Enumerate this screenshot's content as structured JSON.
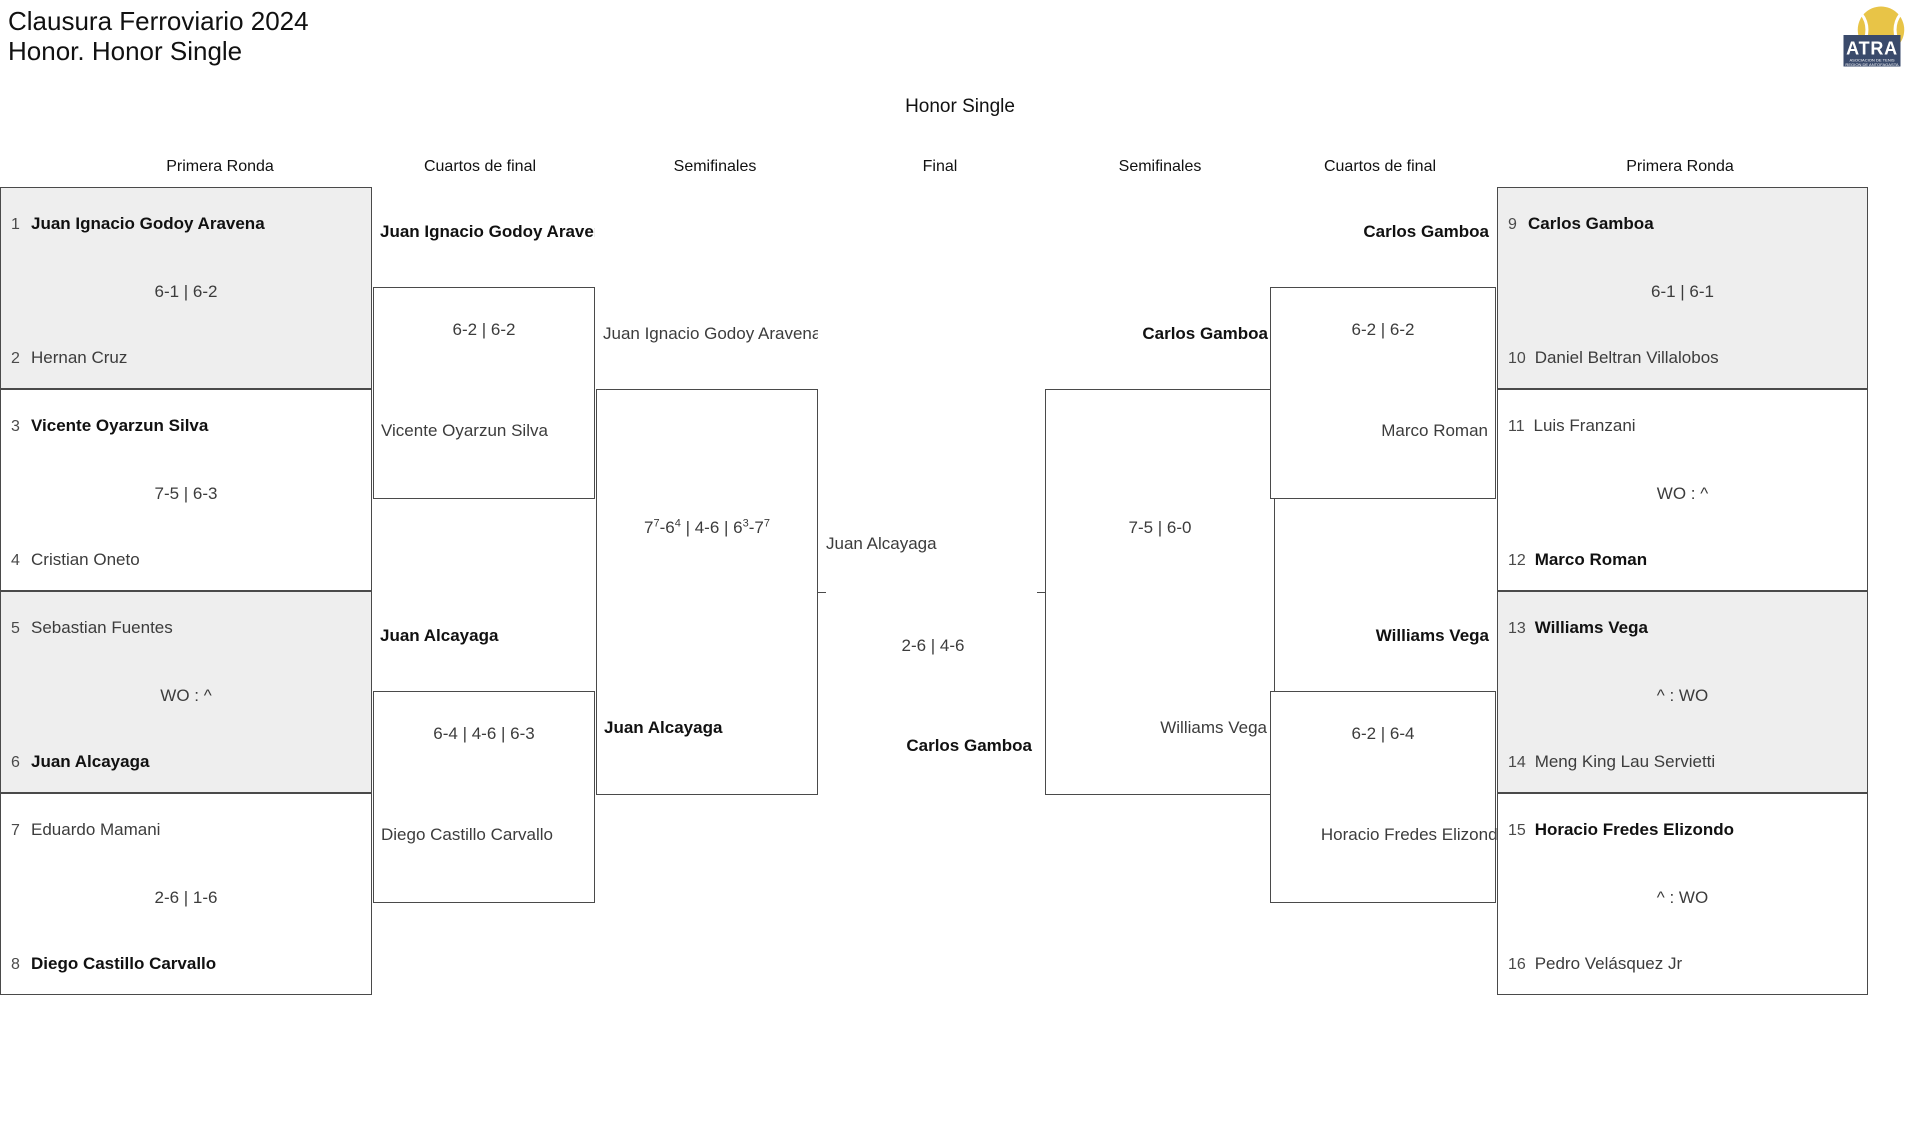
{
  "header": {
    "title_line1": "Clausura Ferroviario 2024",
    "title_line2": "Honor. Honor Single",
    "bracket_title": "Honor Single",
    "logo_name": "atra-logo",
    "logo_text_main": "ATRA",
    "logo_text_sub1": "ASOCIACION DE TENIS",
    "logo_text_sub2": "REGION DE ANTOFAGASTA",
    "logo_color_navy": "#3a4a6b",
    "logo_color_ball": "#e8c447"
  },
  "rounds": {
    "left": [
      "Primera Ronda",
      "Cuartos de final",
      "Semifinales"
    ],
    "center": "Final",
    "right": [
      "Semifinales",
      "Cuartos de final",
      "Primera Ronda"
    ]
  },
  "bracket_data": {
    "type": "tournament-bracket",
    "size": 16,
    "left_r1": [
      {
        "seed_a": "1",
        "player_a": "Juan Ignacio Godoy Aravena",
        "winner_a": true,
        "seed_b": "2",
        "player_b": "Hernan Cruz",
        "winner_b": false,
        "score": "6-1 | 6-2"
      },
      {
        "seed_a": "3",
        "player_a": "Vicente Oyarzun Silva",
        "winner_a": true,
        "seed_b": "4",
        "player_b": "Cristian Oneto",
        "winner_b": false,
        "score": "7-5 | 6-3"
      },
      {
        "seed_a": "5",
        "player_a": "Sebastian Fuentes",
        "winner_a": false,
        "seed_b": "6",
        "player_b": "Juan Alcayaga",
        "winner_b": true,
        "score": "WO : ^"
      },
      {
        "seed_a": "7",
        "player_a": "Eduardo Mamani",
        "winner_a": false,
        "seed_b": "8",
        "player_b": "Diego Castillo Carvallo",
        "winner_b": true,
        "score": "2-6 | 1-6"
      }
    ],
    "left_qf": [
      {
        "player_a": "Juan Ignacio Godoy Aravena",
        "winner_a": true,
        "player_b": "Vicente Oyarzun Silva",
        "winner_b": false,
        "score": "6-2 | 6-2"
      },
      {
        "player_a": "Juan Alcayaga",
        "winner_a": true,
        "player_b": "Diego Castillo Carvallo",
        "winner_b": false,
        "score": "6-4 | 4-6 | 6-3"
      }
    ],
    "left_sf": [
      {
        "player_a": "Juan Ignacio Godoy Aravena",
        "winner_a": false,
        "player_b": "Juan Alcayaga",
        "winner_b": true,
        "score_html": "7<sup>7</sup>-6<sup>4</sup> | 4-6 | 6<sup>3</sup>-7<sup>7</sup>",
        "score_text": "7(7)-6(4) | 4-6 | 6(3)-7(7)"
      }
    ],
    "final": {
      "player_a": "Juan Alcayaga",
      "winner_a": false,
      "player_b": "Carlos Gamboa",
      "winner_b": true,
      "score": "2-6 | 4-6",
      "champion": "Carlos Gamboa"
    },
    "right_sf": [
      {
        "player_a": "Carlos Gamboa",
        "winner_a": true,
        "player_b": "Williams Vega",
        "winner_b": false,
        "score": "7-5 | 6-0"
      }
    ],
    "right_qf": [
      {
        "player_a": "Carlos Gamboa",
        "winner_a": true,
        "player_b": "Marco Roman",
        "winner_b": false,
        "score": "6-2 | 6-2"
      },
      {
        "player_a": "Williams Vega",
        "winner_a": true,
        "player_b": "Horacio Fredes Elizondo",
        "winner_b": false,
        "score": "6-2 | 6-4"
      }
    ],
    "right_r1": [
      {
        "seed_a": "9",
        "player_a": "Carlos Gamboa",
        "winner_a": true,
        "seed_b": "10",
        "player_b": "Daniel Beltran Villalobos",
        "winner_b": false,
        "score": "6-1 | 6-1"
      },
      {
        "seed_a": "11",
        "player_a": "Luis Franzani",
        "winner_a": false,
        "seed_b": "12",
        "player_b": "Marco Roman",
        "winner_b": true,
        "score": "WO : ^"
      },
      {
        "seed_a": "13",
        "player_a": "Williams Vega",
        "winner_a": true,
        "seed_b": "14",
        "player_b": "Meng King Lau Servietti",
        "winner_b": false,
        "score": "^ : WO"
      },
      {
        "seed_a": "15",
        "player_a": "Horacio Fredes Elizondo",
        "winner_a": true,
        "seed_b": "16",
        "player_b": "Pedro Velásquez Jr",
        "winner_b": false,
        "score": "^ : WO"
      }
    ]
  }
}
